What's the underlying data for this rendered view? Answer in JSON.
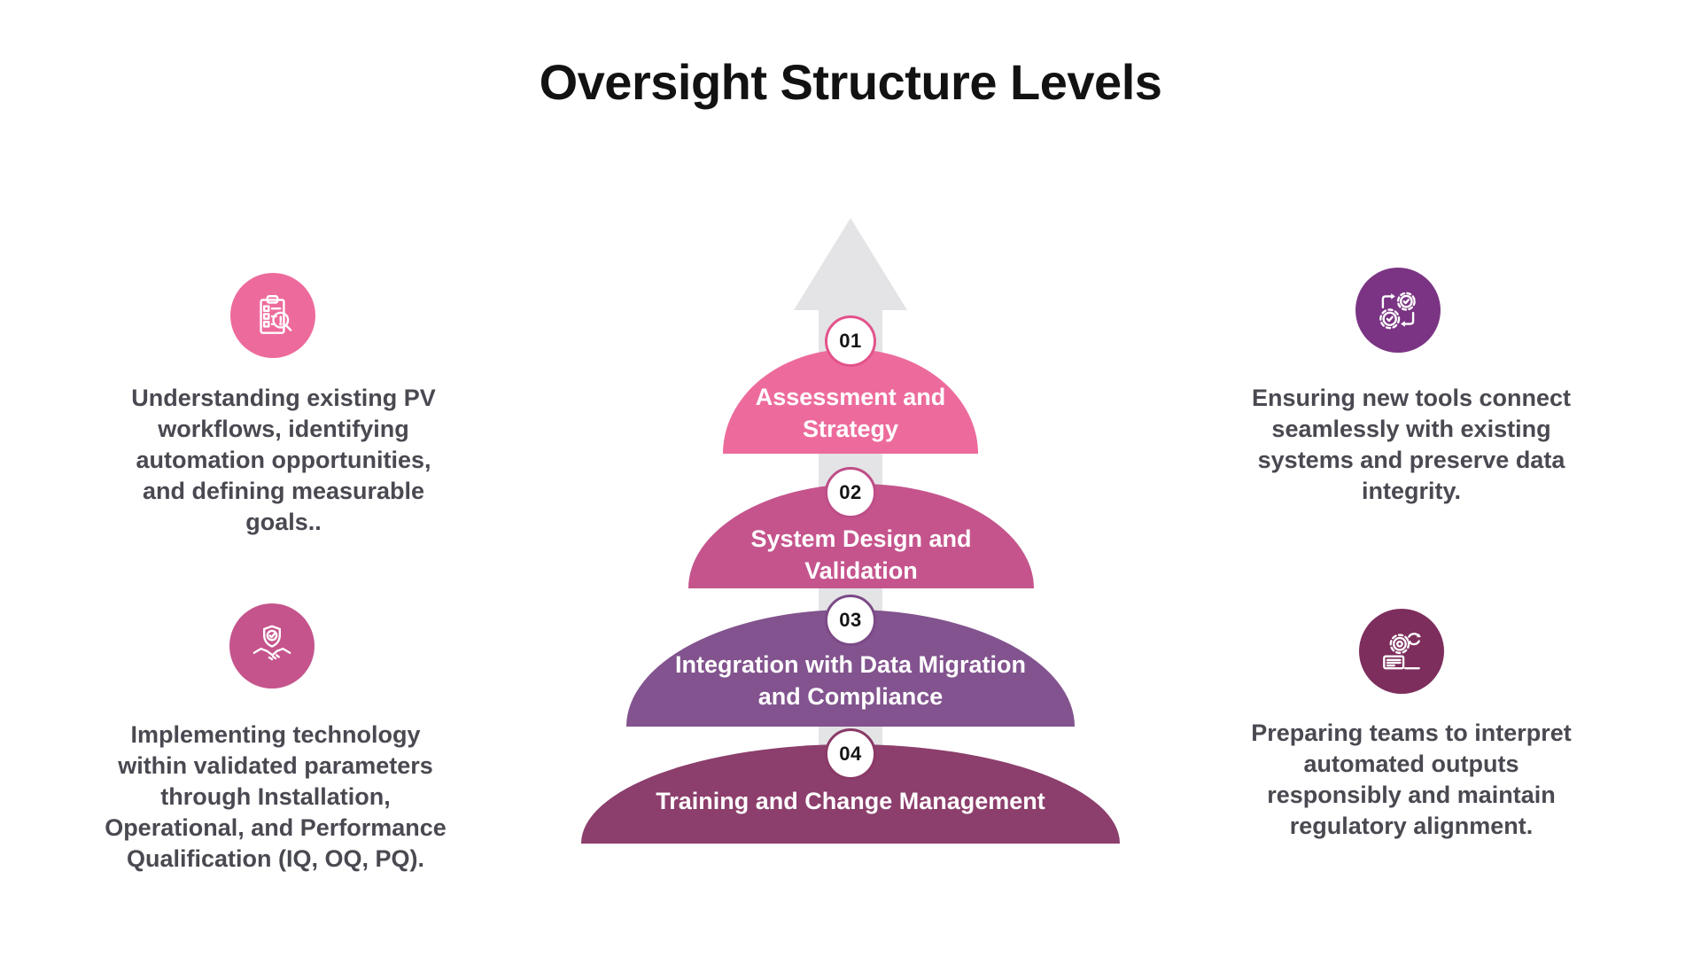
{
  "title": "Oversight Structure Levels",
  "colors": {
    "arrow": "#E4E4E6",
    "title_text": "#121212",
    "body_text": "#494951"
  },
  "pyramid": {
    "levels": [
      {
        "number": "01",
        "label": "Assessment and\nStrategy",
        "fill": "#ED6B9C",
        "badge_border": "#E3538B"
      },
      {
        "number": "02",
        "label": "System Design and\nValidation",
        "fill": "#C5548D",
        "badge_border": "#BE4E88"
      },
      {
        "number": "03",
        "label": "Integration with Data Migration\nand Compliance",
        "fill": "#82538E",
        "badge_border": "#7B4A87"
      },
      {
        "number": "04",
        "label": "Training and Change Management",
        "fill": "#8C3E6C",
        "badge_border": "#8A3A67"
      }
    ]
  },
  "callouts": [
    {
      "position": "top-left",
      "icon": "clipboard-audit-icon",
      "icon_bg": "#ED6B9C",
      "text": "Understanding existing PV\nworkflows, identifying\nautomation opportunities,\nand defining measurable\ngoals.."
    },
    {
      "position": "bottom-left",
      "icon": "handshake-shield-icon",
      "icon_bg": "#C5548D",
      "text": "Implementing technology\nwithin validated parameters\nthrough Installation,\nOperational, and Performance\nQualification (IQ, OQ, PQ)."
    },
    {
      "position": "top-right",
      "icon": "gears-sync-icon",
      "icon_bg": "#7B3484",
      "text": "Ensuring new tools connect\nseamlessly with existing\nsystems and preserve data\nintegrity."
    },
    {
      "position": "bottom-right",
      "icon": "gear-document-icon",
      "icon_bg": "#7D2E5D",
      "text": "Preparing teams to interpret\nautomated outputs\nresponsibly and maintain\nregulatory alignment."
    }
  ]
}
